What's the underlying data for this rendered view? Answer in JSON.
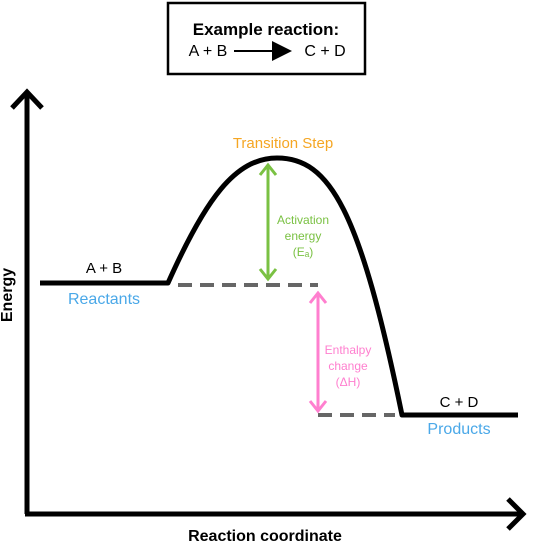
{
  "example_box": {
    "title": "Example reaction:",
    "reactants": "A + B",
    "products": "C + D"
  },
  "axes": {
    "y_label": "Energy",
    "x_label": "Reaction coordinate"
  },
  "labels": {
    "reactant_formula": "A + B",
    "reactant_name": "Reactants",
    "transition": "Transition Step",
    "activation_line1": "Activation",
    "activation_line2": "energy",
    "activation_line3": "(Eₐ)",
    "enthalpy_line1": "Enthalpy",
    "enthalpy_line2": "change",
    "enthalpy_line3": "(ΔH)",
    "product_formula": "C + D",
    "product_name": "Products"
  },
  "colors": {
    "curve": "#000000",
    "dashed": "#666666",
    "activation": "#7ac143",
    "enthalpy": "#ff7fcf",
    "reactants_products": "#4aa8e8",
    "transition": "#f5a623"
  }
}
